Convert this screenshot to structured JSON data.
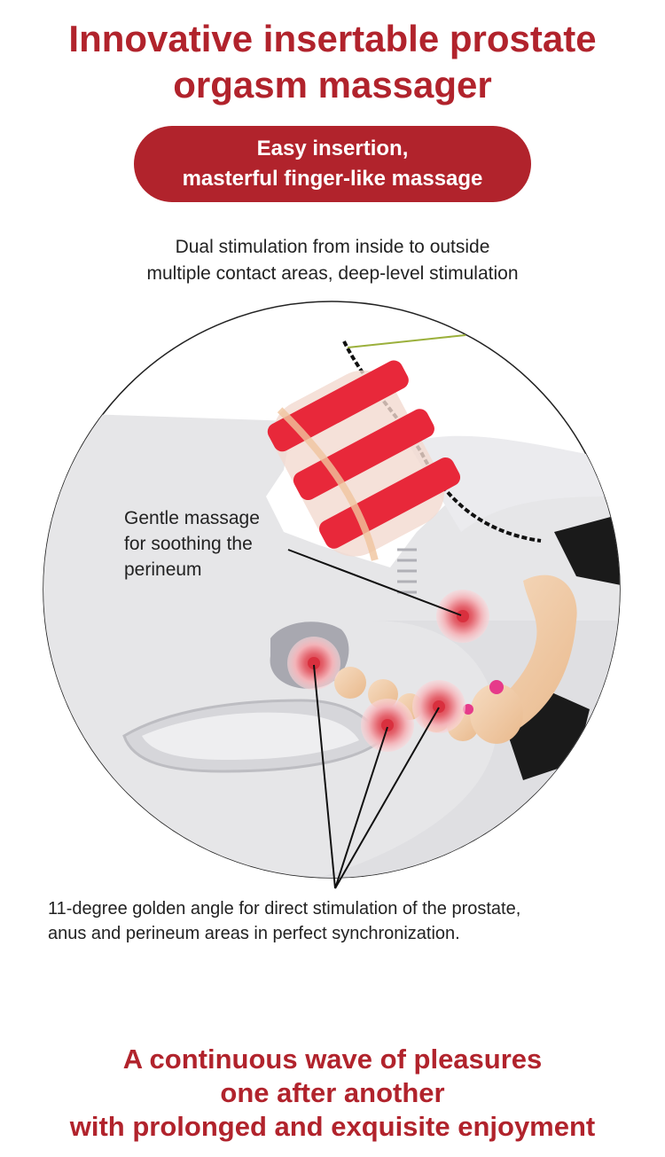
{
  "title": {
    "line1": "Innovative insertable prostate",
    "line2": "orgasm massager"
  },
  "badge": {
    "line1": "Easy insertion,",
    "line2": "masterful finger-like massage"
  },
  "subtitle": {
    "line1": "Dual stimulation from inside to outside",
    "line2": "multiple contact areas, deep-level stimulation"
  },
  "callouts": {
    "gentle": {
      "line1": "Gentle massage",
      "line2": "for soothing the",
      "line3": "perineum"
    },
    "angle": {
      "line1": "11-degree golden angle for direct stimulation of the prostate,",
      "line2": "anus and perineum areas in perfect synchronization."
    }
  },
  "tagline": {
    "line1": "A continuous wave of pleasures",
    "line2": "one after another",
    "line3": "with prolonged and exquisite enjoyment"
  },
  "colors": {
    "brand_red": "#b1232c",
    "massager_red": "#e8283a",
    "skin_tone": "#efc7a0",
    "target_red": "#d9303e"
  }
}
